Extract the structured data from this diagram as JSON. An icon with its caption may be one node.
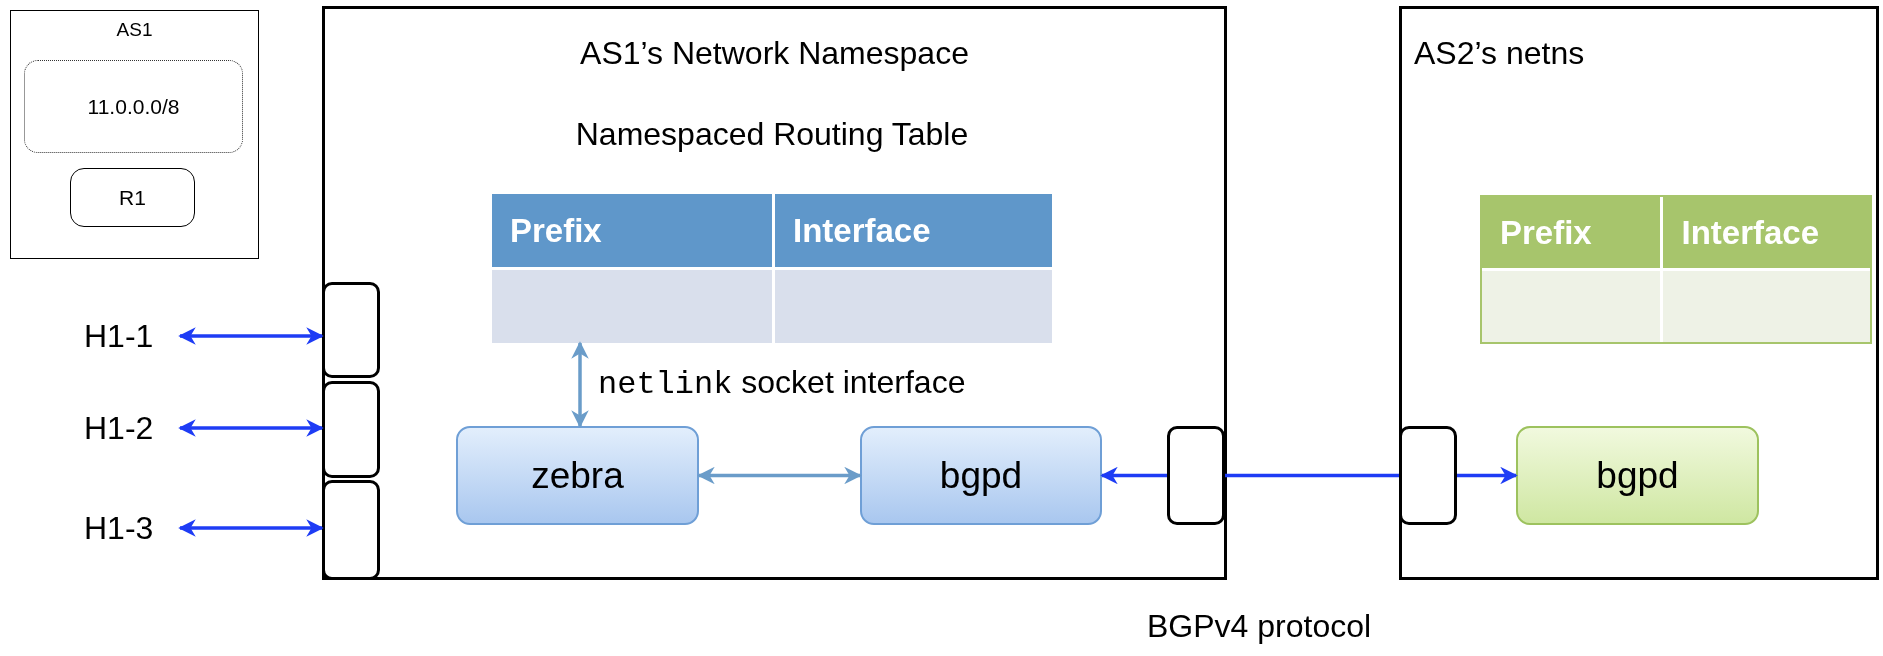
{
  "diagram": {
    "nodes": [
      {
        "text": [
          "AS1"
        ]
      },
      {
        "text": [
          "11.0.0.0/8"
        ],
        "in": 0
      },
      {
        "text": [
          "R1"
        ],
        "in": 0
      },
      {
        "text": [
          "AS1’s Network Namespace"
        ]
      },
      {
        "text": [
          "Namespaced Routing Table",
          "Prefix",
          "Interface"
        ],
        "in": 3
      },
      {
        "text": [],
        "shape": "box",
        "in": 3
      },
      {
        "text": [],
        "shape": "box",
        "in": 3
      },
      {
        "text": [],
        "shape": "box",
        "in": 3
      },
      {
        "text": [
          "H1-1"
        ]
      },
      {
        "text": [
          "H1-2"
        ]
      },
      {
        "text": [
          "H1-3"
        ]
      },
      {
        "text": [
          "zebra"
        ],
        "in": 3
      },
      {
        "text": [
          "bgpd"
        ],
        "in": 3
      },
      {
        "text": [],
        "shape": "box",
        "in": 3
      },
      {
        "text": [
          "AS2’s netns"
        ]
      },
      {
        "text": [
          "Prefix",
          "Interface"
        ],
        "in": 14
      },
      {
        "text": [],
        "shape": "box",
        "in": 14
      },
      {
        "text": [
          "bgpd"
        ],
        "in": 14
      }
    ],
    "edges": [
      {
        "from": 8,
        "to": 5,
        "arrow": "both"
      },
      {
        "from": 9,
        "to": 6,
        "arrow": "both"
      },
      {
        "from": 10,
        "to": 7,
        "arrow": "both"
      },
      {
        "from": 4,
        "to": 11,
        "arrow": "both",
        "label": "netlink socket interface",
        "color": "#6a9cc9"
      },
      {
        "from": 11,
        "to": 12,
        "arrow": "both",
        "color": "#6a9cc9"
      },
      {
        "from": 13,
        "to": 12,
        "arrow": "to"
      },
      {
        "from": 13,
        "to": 16,
        "arrow": "none"
      },
      {
        "from": 16,
        "to": 17,
        "arrow": "to"
      }
    ],
    "labels": [
      "BGPv4 protocol"
    ]
  }
}
